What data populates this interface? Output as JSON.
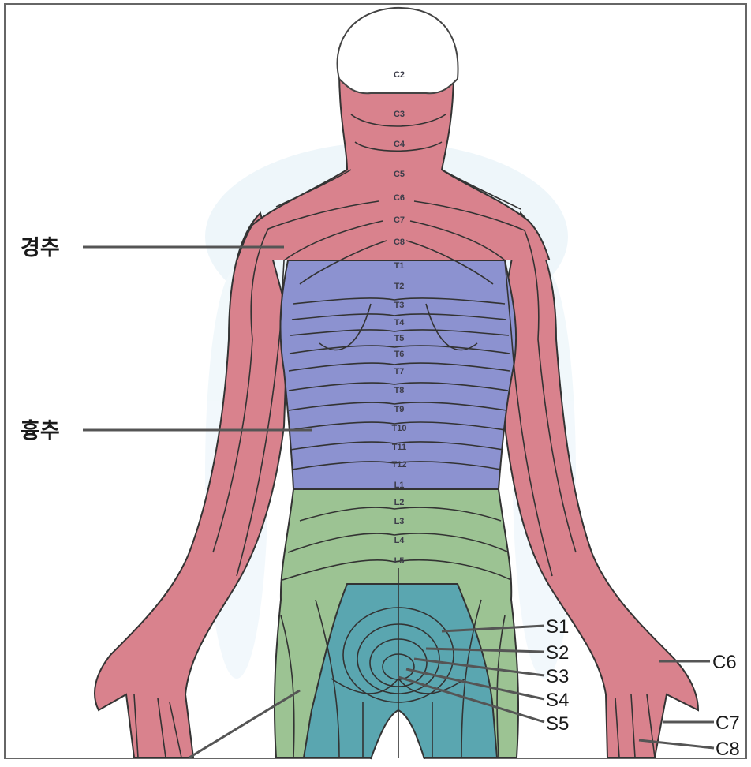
{
  "colors": {
    "cervical": "#d9828d",
    "thoracic": "#8c92d0",
    "lumbar": "#9cc393",
    "sacral": "#5aa6b0",
    "outline": "#333333",
    "leader": "#444444",
    "head": "#ffffff",
    "frame": "#555555"
  },
  "region_labels": {
    "cervical": "경추",
    "thoracic": "흉추"
  },
  "spine_segments": [
    "C2",
    "C3",
    "C4",
    "C5",
    "C6",
    "C7",
    "C8",
    "T1",
    "T2",
    "T3",
    "T4",
    "T5",
    "T6",
    "T7",
    "T8",
    "T9",
    "T10",
    "T11",
    "T12",
    "L1",
    "L2",
    "L3",
    "L4",
    "L5"
  ],
  "callouts": {
    "s1": "S1",
    "s2": "S2",
    "s3": "S3",
    "s4": "S4",
    "s5": "S5",
    "c6": "C6",
    "c7": "C7",
    "c8": "C8"
  }
}
